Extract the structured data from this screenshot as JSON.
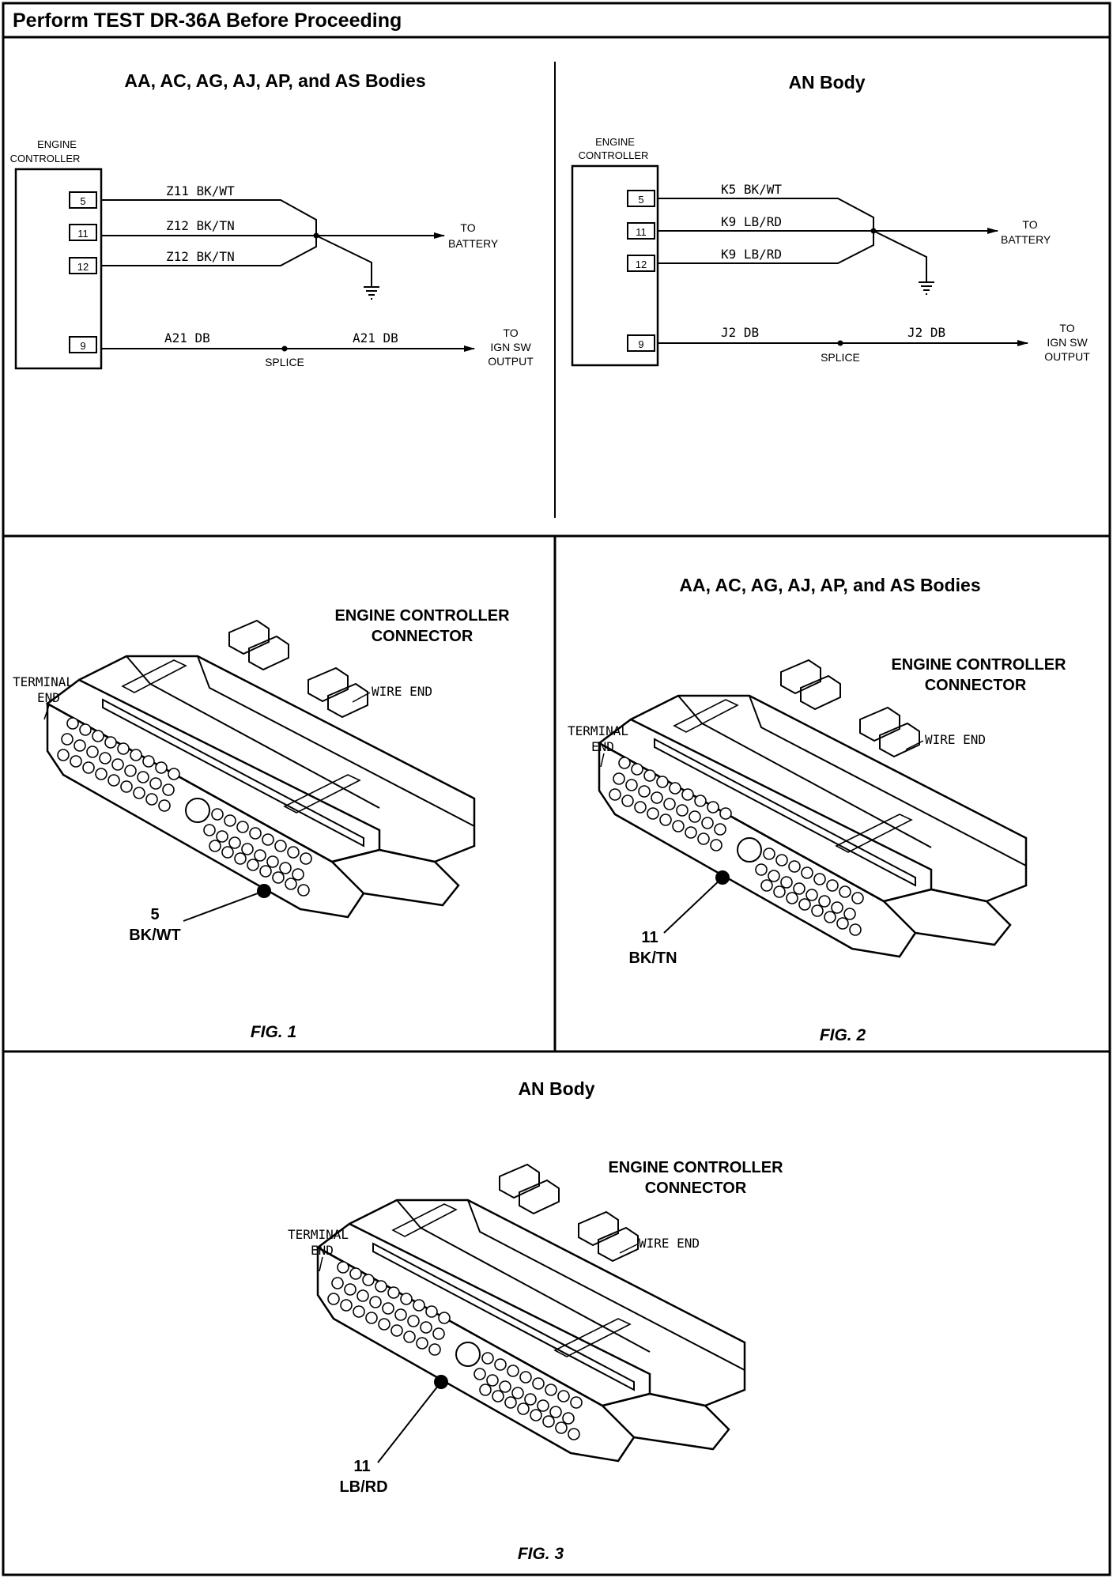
{
  "header": {
    "title": "Perform TEST DR-36A Before Proceeding"
  },
  "schematic_left": {
    "title": "AA, AC, AG, AJ, AP, and AS Bodies",
    "controller_label_1": "ENGINE",
    "controller_label_2": "CONTROLLER",
    "pins": [
      "5",
      "11",
      "12",
      "9"
    ],
    "wires": [
      "Z11 BK/WT",
      "Z12 BK/TN",
      "Z12 BK/TN"
    ],
    "to_label": "TO",
    "battery_label": "BATTERY",
    "lower_wire_a": "A21 DB",
    "lower_wire_b": "A21 DB",
    "splice_label": "SPLICE",
    "ign_to": "TO",
    "ign_1": "IGN SW",
    "ign_2": "OUTPUT"
  },
  "schematic_right": {
    "title": "AN Body",
    "controller_label_1": "ENGINE",
    "controller_label_2": "CONTROLLER",
    "pins": [
      "5",
      "11",
      "12",
      "9"
    ],
    "wires": [
      "K5 BK/WT",
      "K9 LB/RD",
      "K9 LB/RD"
    ],
    "to_label": "TO",
    "battery_label": "BATTERY",
    "lower_wire_a": "J2 DB",
    "lower_wire_b": "J2 DB",
    "splice_label": "SPLICE",
    "ign_to": "TO",
    "ign_1": "IGN SW",
    "ign_2": "OUTPUT"
  },
  "fig1": {
    "connector_1": "ENGINE CONTROLLER",
    "connector_2": "CONNECTOR",
    "terminal_1": "TERMINAL",
    "terminal_2": "END",
    "wire_end": "WIRE END",
    "callout_num": "5",
    "callout_color": "BK/WT",
    "caption": "FIG. 1"
  },
  "fig2": {
    "title": "AA, AC, AG, AJ, AP, and AS Bodies",
    "connector_1": "ENGINE CONTROLLER",
    "connector_2": "CONNECTOR",
    "terminal_1": "TERMINAL",
    "terminal_2": "END",
    "wire_end": "WIRE END",
    "callout_num": "11",
    "callout_color": "BK/TN",
    "caption": "FIG. 2"
  },
  "fig3": {
    "title": "AN Body",
    "connector_1": "ENGINE CONTROLLER",
    "connector_2": "CONNECTOR",
    "terminal_1": "TERMINAL",
    "terminal_2": "END",
    "wire_end": "WIRE END",
    "callout_num": "11",
    "callout_color": "LB/RD",
    "caption": "FIG. 3"
  }
}
